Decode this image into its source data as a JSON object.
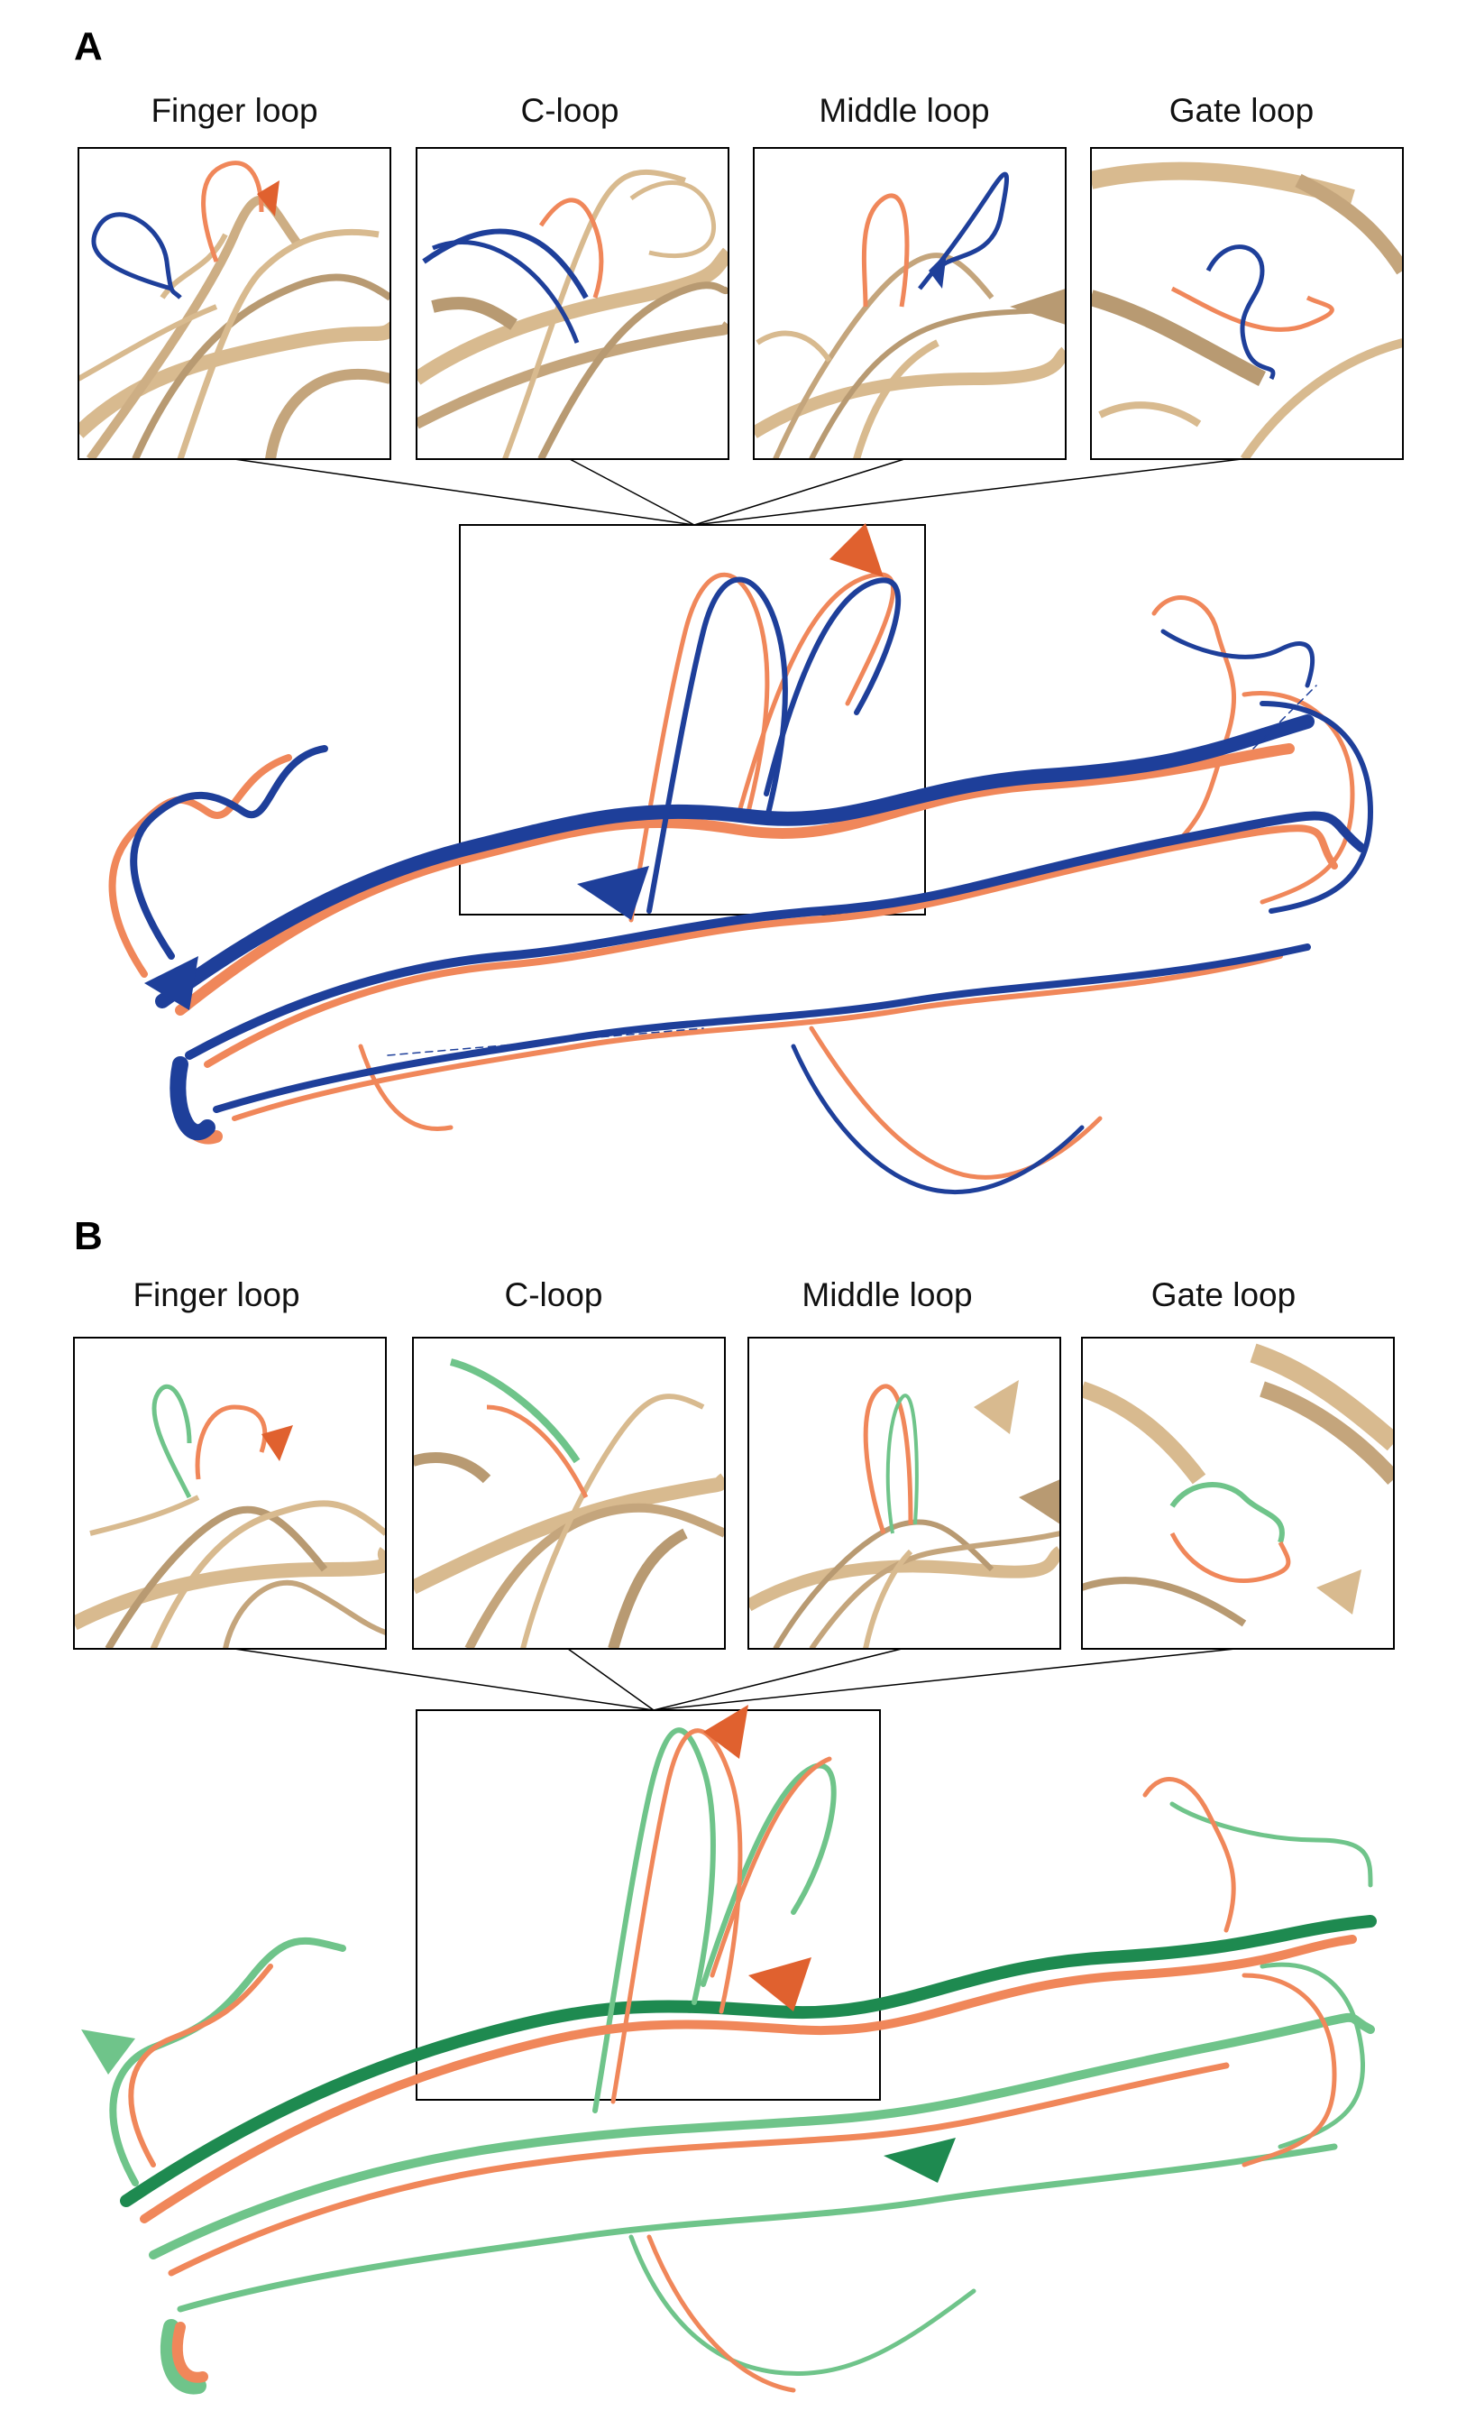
{
  "figure": {
    "panels": [
      {
        "letter": "A",
        "insets": [
          {
            "title": "Finger loop"
          },
          {
            "title": "C-loop"
          },
          {
            "title": "Middle loop"
          },
          {
            "title": "Gate loop"
          }
        ],
        "structure_colors": {
          "reference": "#F0875A",
          "compared": "#1E3F9A",
          "context": "#D8BA8F"
        }
      },
      {
        "letter": "B",
        "insets": [
          {
            "title": "Finger loop"
          },
          {
            "title": "C-loop"
          },
          {
            "title": "Middle loop"
          },
          {
            "title": "Gate loop"
          }
        ],
        "structure_colors": {
          "reference": "#F0875A",
          "compared": "#6FC48A",
          "context": "#D8BA8F"
        }
      }
    ]
  }
}
